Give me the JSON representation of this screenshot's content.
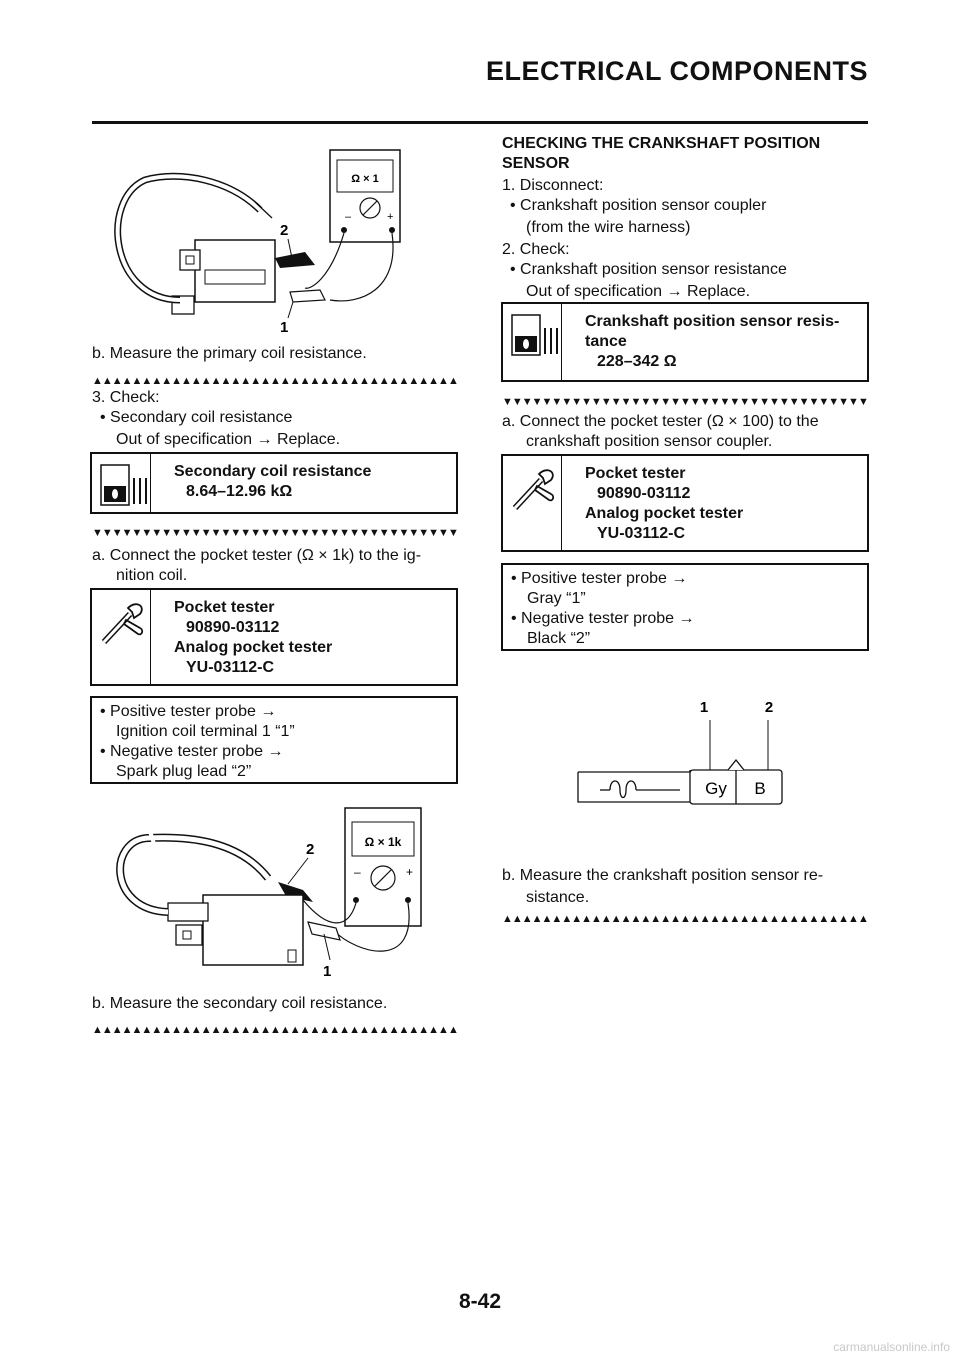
{
  "header": {
    "title": "ELECTRICAL COMPONENTS"
  },
  "left": {
    "fig1": {
      "meter_label": "Ω × 1",
      "callout_1": "1",
      "callout_2": "2"
    },
    "fig1_caption": "b.  Measure the primary coil resistance.",
    "step3": {
      "title": "3.  Check:",
      "item": "• Secondary coil resistance",
      "action": "Out of specification → Replace."
    },
    "spec_box": {
      "label": "Secondary coil resistance",
      "value": "8.64–12.96 kΩ"
    },
    "step_a": {
      "line1": "a.  Connect the pocket tester (Ω × 1k) to the ig-",
      "line2": "nition coil."
    },
    "tool_box": {
      "name1": "Pocket tester",
      "part1": "90890-03112",
      "name2": "Analog pocket tester",
      "part2": "YU-03112-C"
    },
    "probe_box": {
      "line1": "• Positive tester probe →",
      "line2": "Ignition coil terminal 1 “1”",
      "line3": "• Negative tester probe →",
      "line4": "Spark plug lead “2”"
    },
    "fig2": {
      "meter_label": "Ω × 1k",
      "callout_1": "1",
      "callout_2": "2"
    },
    "fig2_caption": "b.  Measure the secondary coil resistance."
  },
  "right": {
    "heading1": "CHECKING THE CRANKSHAFT POSITION",
    "heading2": "SENSOR",
    "step1": {
      "title": "1.  Disconnect:",
      "item1": "• Crankshaft position sensor coupler",
      "item2": "(from the wire harness)"
    },
    "step2": {
      "title": "2.  Check:",
      "item": "• Crankshaft position sensor resistance",
      "action": "Out of specification → Replace."
    },
    "spec_box": {
      "label1": "Crankshaft position sensor resis-",
      "label2": "tance",
      "value": "228–342 Ω"
    },
    "step_a": {
      "line1": "a.  Connect the pocket tester (Ω × 100) to the",
      "line2": "crankshaft position sensor coupler."
    },
    "tool_box": {
      "name1": "Pocket tester",
      "part1": "90890-03112",
      "name2": "Analog pocket tester",
      "part2": "YU-03112-C"
    },
    "probe_box": {
      "line1": "• Positive tester probe →",
      "line2": "Gray “1”",
      "line3": "• Negative tester probe →",
      "line4": "Black “2”"
    },
    "fig3": {
      "callout_1": "1",
      "callout_2": "2",
      "pin_gy": "Gy",
      "pin_b": "B"
    },
    "caption_b": {
      "line1": "b.  Measure the crankshaft position sensor re-",
      "line2": "sistance."
    }
  },
  "footer": {
    "page_number": "8-42",
    "watermark": "carmanualsonline.info"
  }
}
